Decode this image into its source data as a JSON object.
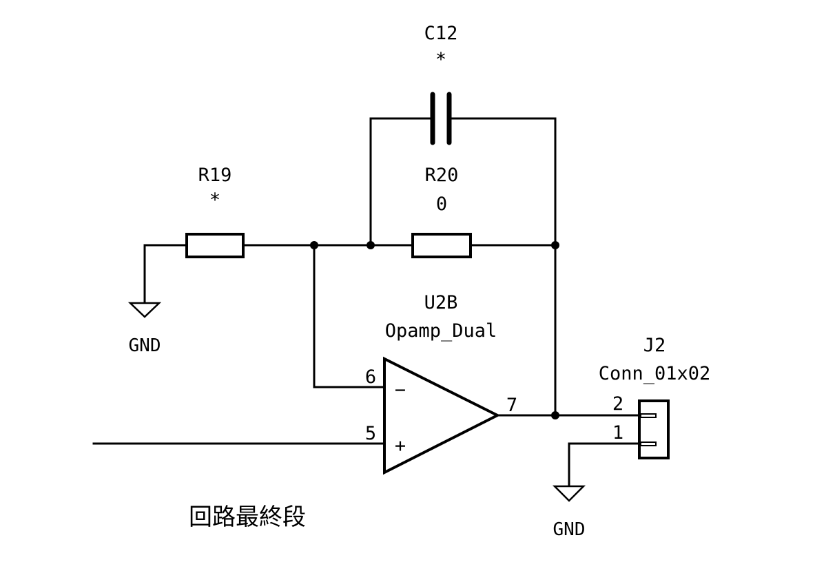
{
  "components": {
    "c12": {
      "ref": "C12",
      "value": "*"
    },
    "r19": {
      "ref": "R19",
      "value": "*"
    },
    "r20": {
      "ref": "R20",
      "value": "0"
    },
    "u2b": {
      "ref": "U2B",
      "value": "Opamp_Dual",
      "pins": {
        "inv": "6",
        "noninv": "5",
        "out": "7"
      },
      "inv_sign": "−",
      "noninv_sign": "+"
    },
    "j2": {
      "ref": "J2",
      "value": "Conn_01x02",
      "pins": {
        "p2": "2",
        "p1": "1"
      }
    }
  },
  "power": {
    "gnd_left": "GND",
    "gnd_right": "GND"
  },
  "annotation": "回路最終段"
}
